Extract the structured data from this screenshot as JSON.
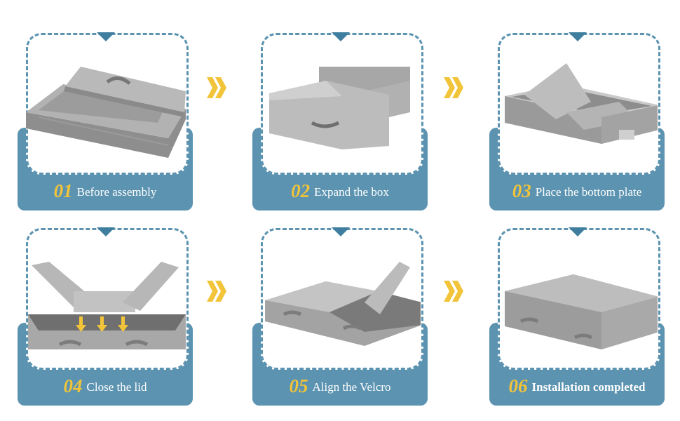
{
  "steps": [
    {
      "num": "01",
      "label": "Before assembly",
      "image": "folded-flat-storage-box"
    },
    {
      "num": "02",
      "label": "Expand the box",
      "image": "unfolding-box-walls"
    },
    {
      "num": "03",
      "label": "Place the bottom plate",
      "image": "inserting-bottom-plate"
    },
    {
      "num": "04",
      "label": "Close the lid",
      "image": "open-box-with-lid-flaps"
    },
    {
      "num": "05",
      "label": "Align the Velcro",
      "image": "box-with-half-open-lid"
    },
    {
      "num": "06",
      "label": "Installation completed",
      "image": "closed-storage-box"
    }
  ],
  "colors": {
    "accent": "#5b93b0",
    "number": "#f2c43a",
    "arrow": "#f2c43a",
    "fabric": "#a9a9a9"
  },
  "connector_icon": "double-chevron-right-icon"
}
